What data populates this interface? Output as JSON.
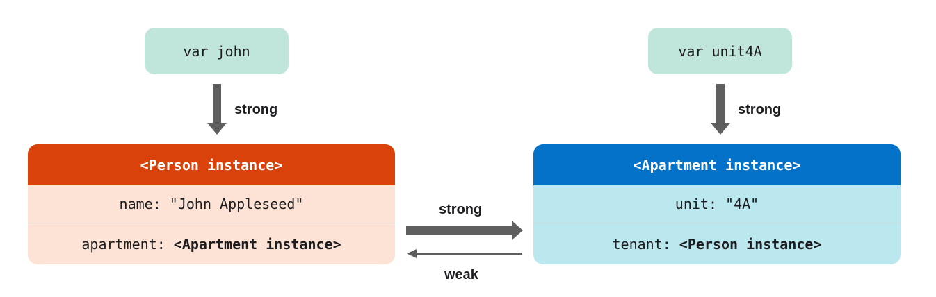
{
  "left": {
    "variable": "var john",
    "ref_label": "strong",
    "instance": {
      "title": "<Person instance>",
      "prop1": "name: \"John Appleseed\"",
      "prop2_key": "apartment:",
      "prop2_value": "<Apartment instance>"
    }
  },
  "right": {
    "variable": "var unit4A",
    "ref_label": "strong",
    "instance": {
      "title": "<Apartment instance>",
      "prop1": "unit: \"4A\"",
      "prop2_key": "tenant:",
      "prop2_value": "<Person instance>"
    }
  },
  "middle": {
    "strong_label": "strong",
    "weak_label": "weak"
  },
  "colors": {
    "variable_fill": "#c0e6dc",
    "person_header": "#d9420b",
    "person_body": "#fde3d6",
    "apartment_header": "#0572c9",
    "apartment_body": "#bae8ee",
    "arrow": "#5f5f5f"
  }
}
